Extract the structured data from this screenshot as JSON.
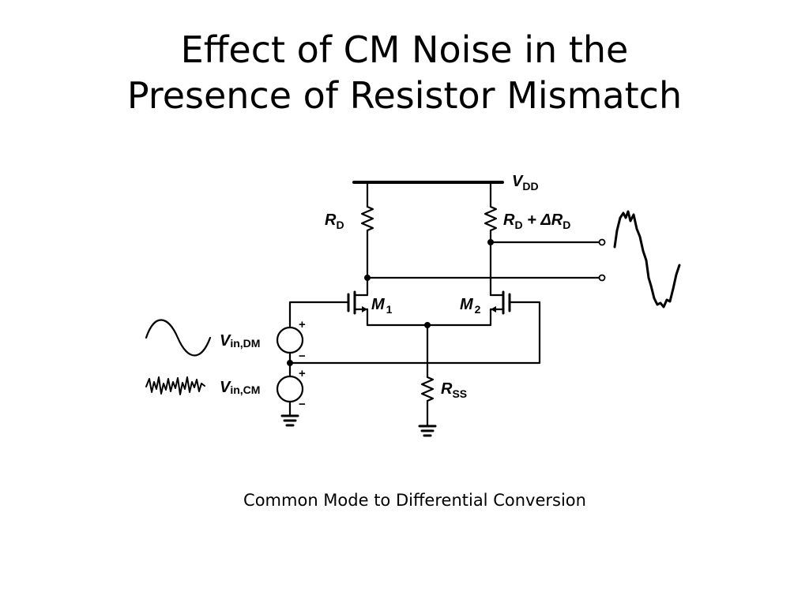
{
  "slide": {
    "title_line1": "Effect of CM Noise in the",
    "title_line2": "Presence of Resistor Mismatch",
    "caption": "Common Mode to Differential Conversion"
  },
  "circuit": {
    "vdd": {
      "main": "V",
      "sub": "DD"
    },
    "rd_left": {
      "main": "R",
      "sub": "D"
    },
    "rd_right": {
      "main": "R",
      "sub": "D",
      "suffix": " + ΔR",
      "suffix_sub": "D"
    },
    "m1": {
      "main": "M",
      "sub": "1"
    },
    "m2": {
      "main": "M",
      "sub": "2"
    },
    "vin_dm": {
      "main": "V",
      "sub": "in,DM"
    },
    "vin_cm": {
      "main": "V",
      "sub": "in,CM"
    },
    "rss": {
      "main": "R",
      "sub": "SS"
    },
    "plus": "+",
    "minus": "−"
  }
}
